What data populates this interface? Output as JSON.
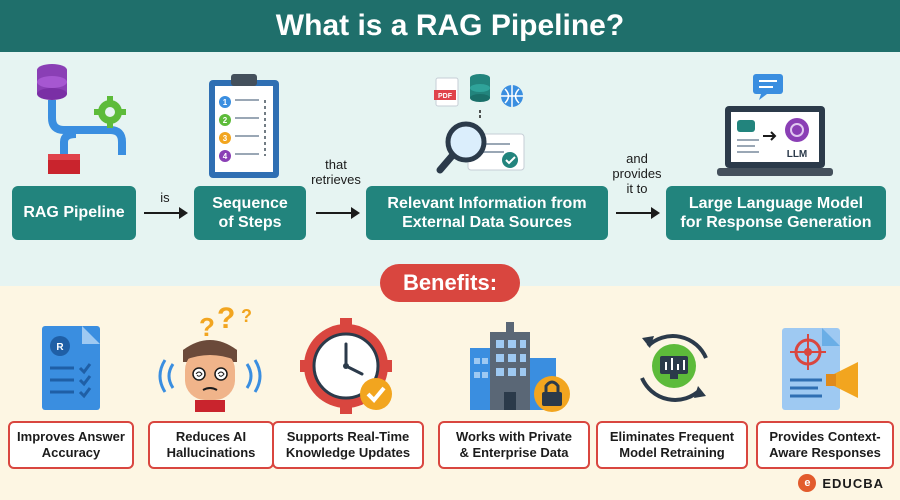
{
  "title": "What is a RAG Pipeline?",
  "flow": {
    "steps": [
      {
        "label": "RAG Pipeline"
      },
      {
        "label": "Sequence\nof Steps"
      },
      {
        "label": "Relevant Information from\nExternal Data Sources"
      },
      {
        "label": "Large Language Model\nfor Response Generation"
      }
    ],
    "connectors": [
      {
        "label": "is"
      },
      {
        "label": "that\nretrieves"
      },
      {
        "label": "and\nprovides\nit to"
      }
    ],
    "icons": {
      "database_puzzle": "database-puzzle-icon",
      "checklist": "checklist-clipboard-icon",
      "search_sources": "document-search-icon",
      "llm_laptop": "laptop-llm-icon",
      "llm_text": "LLM",
      "pdf_text": "PDF"
    }
  },
  "benefits_heading": "Benefits:",
  "benefits": [
    {
      "label": "Improves Answer\nAccuracy",
      "icon": "checklist-document-icon"
    },
    {
      "label": "Reduces AI\nHallucinations",
      "icon": "confused-person-icon"
    },
    {
      "label": "Supports Real-Time\nKnowledge Updates",
      "icon": "clock-gear-icon"
    },
    {
      "label": "Works with Private\n& Enterprise Data",
      "icon": "building-lock-icon"
    },
    {
      "label": "Eliminates Frequent\nModel Retraining",
      "icon": "cycle-monitor-icon"
    },
    {
      "label": "Provides Context-\nAware Responses",
      "icon": "target-megaphone-icon"
    }
  ],
  "brand": {
    "name": "EDUCBA",
    "logo_letter": "e"
  },
  "colors": {
    "teal_dark": "#1f6f6b",
    "teal": "#22847d",
    "red": "#d9463f",
    "flow_bg": "#e6f4f2",
    "benefit_bg": "#fdf6e3"
  }
}
